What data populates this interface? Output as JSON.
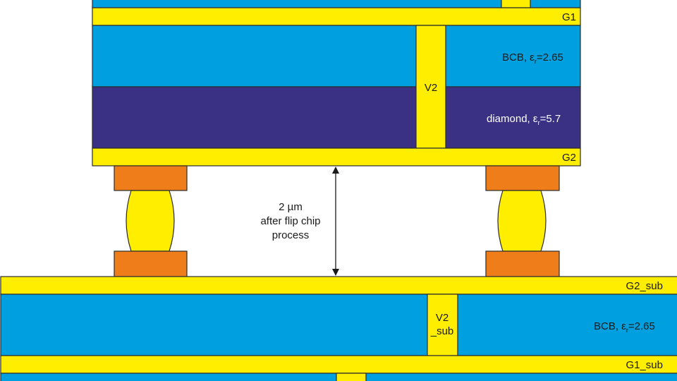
{
  "colors": {
    "metal": "#ffee00",
    "bcb": "#00a0e0",
    "diamond": "#3a3185",
    "pad": "#ef7d1a",
    "outline": "#2b2b2b"
  },
  "chip": {
    "g1_label": "G1",
    "bcb_label": "BCB, ε",
    "bcb_sub": "r",
    "bcb_value": "=2.65",
    "via_label": "V2",
    "diamond_label": "diamond, ε",
    "diamond_sub": "r",
    "diamond_value": "=5.7",
    "g2_label": "G2"
  },
  "gap": {
    "line1": "2 µm",
    "line2": "after flip chip",
    "line3": "process"
  },
  "substrate": {
    "g2_label": "G2_sub",
    "via_label_1": "V2",
    "via_label_2": "_sub",
    "bcb_label": "BCB, ε",
    "bcb_sub": "r",
    "bcb_value": "=2.65",
    "g1_label": "G1_sub"
  }
}
